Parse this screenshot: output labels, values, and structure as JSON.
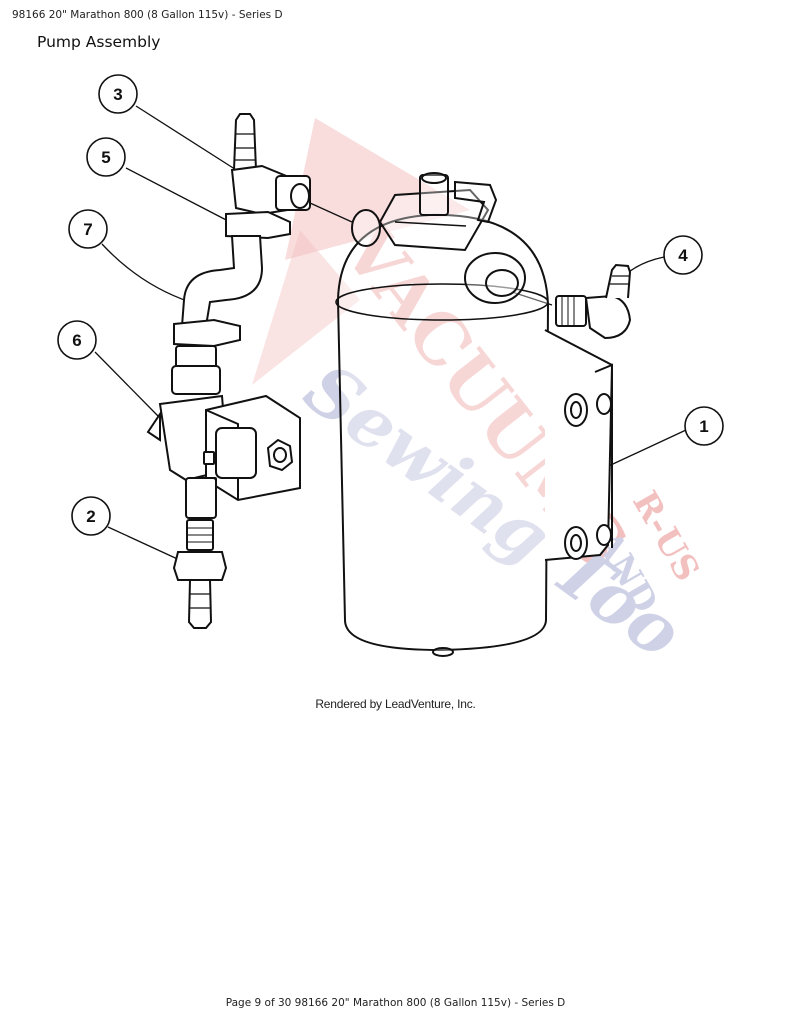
{
  "header": {
    "text": "98166 20\" Marathon 800 (8 Gallon 115v) - Series D"
  },
  "title": "Pump Assembly",
  "watermark": {
    "word1": "VACUUMS",
    "word2": "Sewing Too",
    "word3": "R-US",
    "word4": "AND",
    "red": "#f2b6b6",
    "blue": "#c7cbe2"
  },
  "callouts": [
    {
      "number": "1"
    },
    {
      "number": "2"
    },
    {
      "number": "3"
    },
    {
      "number": "4"
    },
    {
      "number": "5"
    },
    {
      "number": "6"
    },
    {
      "number": "7"
    }
  ],
  "credit": "Rendered by LeadVenture, Inc.",
  "footer": "Page 9 of 30 98166 20\" Marathon 800 (8 Gallon 115v) - Series D"
}
